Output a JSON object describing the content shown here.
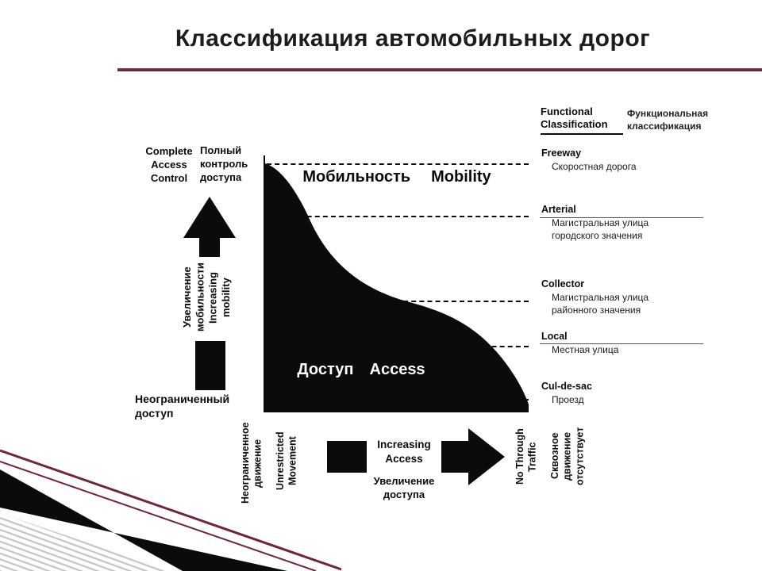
{
  "slide": {
    "title": "Классификация автомобильных дорог"
  },
  "plot": {
    "mobility_ru": "Мобильность",
    "mobility_en": "Mobility",
    "access_ru": "Доступ",
    "access_en": "Access"
  },
  "left_labels": {
    "complete_access_en": "Complete Access Control",
    "complete_access_ru": "Полный контроль доступа",
    "increasing_mobility_ru": "Увеличение мобильности",
    "increasing_mobility_en": "Increasing mobility",
    "unrestricted_access_ru": "Неограниченный доступ"
  },
  "bottom_labels": {
    "unrestricted_movement_ru": "Неограниченное движение",
    "unrestricted_movement_en": "Unrestricted Movement",
    "increasing_access_en": "Increasing Access",
    "increasing_access_ru": "Увеличение доступа",
    "no_through_traffic_en": "No Through Traffic",
    "no_through_traffic_ru": "Сквозное движение отсутствует"
  },
  "classification": {
    "header_en": "Functional Classification",
    "header_ru": "Функциональная классификация",
    "items": [
      {
        "en": "Freeway",
        "ru": "Скоростная дорога"
      },
      {
        "en": "Arterial",
        "ru": "Магистральная улица городского значения"
      },
      {
        "en": "Collector",
        "ru": "Магистральная улица районного значения"
      },
      {
        "en": "Local",
        "ru": "Местная улица"
      },
      {
        "en": "Cul-de-sac",
        "ru": "Проезд"
      }
    ]
  },
  "colors": {
    "accent_maroon": "#6e2639",
    "ink": "#0b0b0b"
  }
}
